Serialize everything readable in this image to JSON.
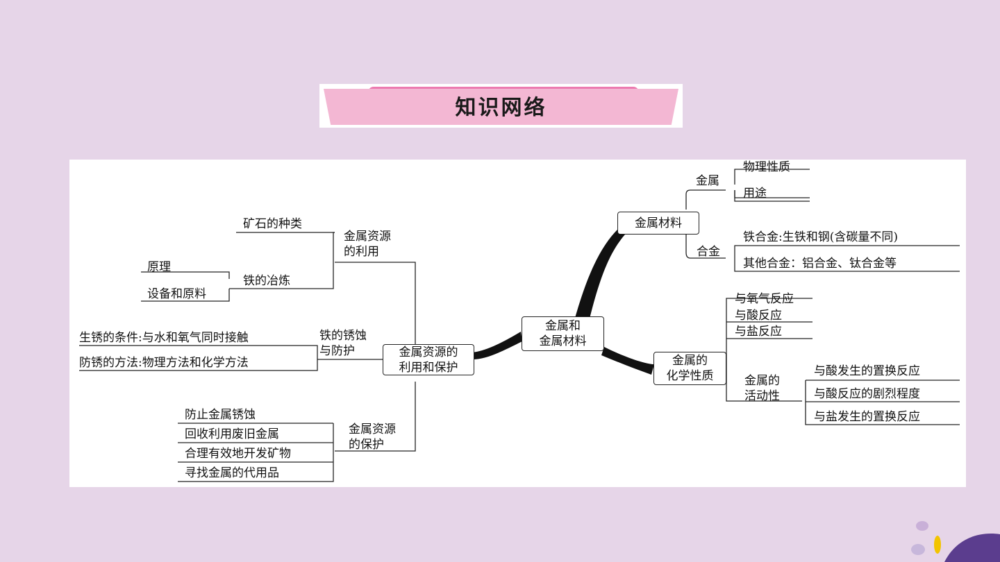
{
  "banner": {
    "title": "知识网络"
  },
  "center": {
    "label": "金属和\n金属材料"
  },
  "branches": {
    "materials": {
      "label": "金属材料",
      "metal": {
        "label": "金属",
        "items": [
          "物理性质",
          "用途"
        ]
      },
      "alloy": {
        "label": "合金",
        "items": [
          "铁合金:生铁和钢(含碳量不同)",
          "其他合金：铝合金、钛合金等"
        ]
      }
    },
    "chemical": {
      "label": "金属的\n化学性质",
      "reactions": [
        "与氧气反应",
        "与酸反应",
        "与盐反应"
      ],
      "activity": {
        "label": "金属的\n活动性",
        "items": [
          "与酸发生的置换反应",
          "与酸反应的剧烈程度",
          "与盐发生的置换反应"
        ]
      }
    },
    "resources": {
      "label": "金属资源的\n利用和保护",
      "use": {
        "label": "金属资源\n的利用",
        "ore": "矿石的种类",
        "smelting": {
          "label": "铁的冶炼",
          "items": [
            "原理",
            "设备和原料"
          ]
        }
      },
      "corrosion": {
        "label": "铁的锈蚀\n与防护",
        "items": [
          "生锈的条件:与水和氧气同时接触",
          "防锈的方法:物理方法和化学方法"
        ]
      },
      "protection": {
        "label": "金属资源\n的保护",
        "items": [
          "防止金属锈蚀",
          "回收利用废旧金属",
          "合理有效地开发矿物",
          "寻找金属的代用品"
        ]
      }
    }
  },
  "colors": {
    "background": "#e6d5e8",
    "banner_pink": "#f3b7d3",
    "banner_tab": "#ec7ab0"
  }
}
